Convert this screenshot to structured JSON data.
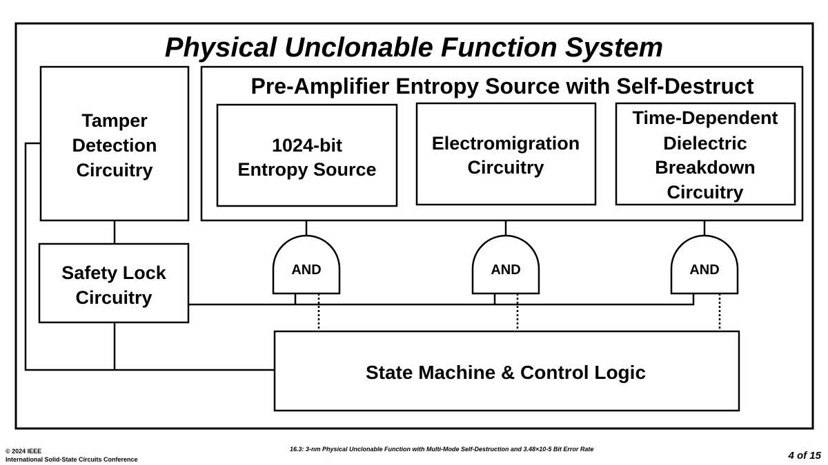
{
  "title": "Physical Unclonable Function System",
  "tamper": {
    "lines": [
      "Tamper",
      "Detection",
      "Circuitry"
    ]
  },
  "safety": {
    "lines": [
      "Safety Lock",
      "Circuitry"
    ]
  },
  "preamp": {
    "title": "Pre-Amplifier Entropy Source with Self-Destruct"
  },
  "entropy": {
    "lines": [
      "1024-bit",
      "Entropy Source"
    ]
  },
  "em": {
    "lines": [
      "Electromigration",
      "Circuitry"
    ]
  },
  "tddb": {
    "lines": [
      "Time-Dependent",
      "Dielectric",
      "Breakdown",
      "Circuitry"
    ]
  },
  "gates": [
    "AND",
    "AND",
    "AND"
  ],
  "state_machine": "State Machine & Control Logic",
  "footer": {
    "copyright": "© 2024 IEEE",
    "conference": "International Solid-State Circuits Conference",
    "paper": "16.3: 3-nm Physical Unclonable Function with Multi-Mode Self-Destruction and 3.48×10-5 Bit Error Rate",
    "page": "4 of 15"
  }
}
